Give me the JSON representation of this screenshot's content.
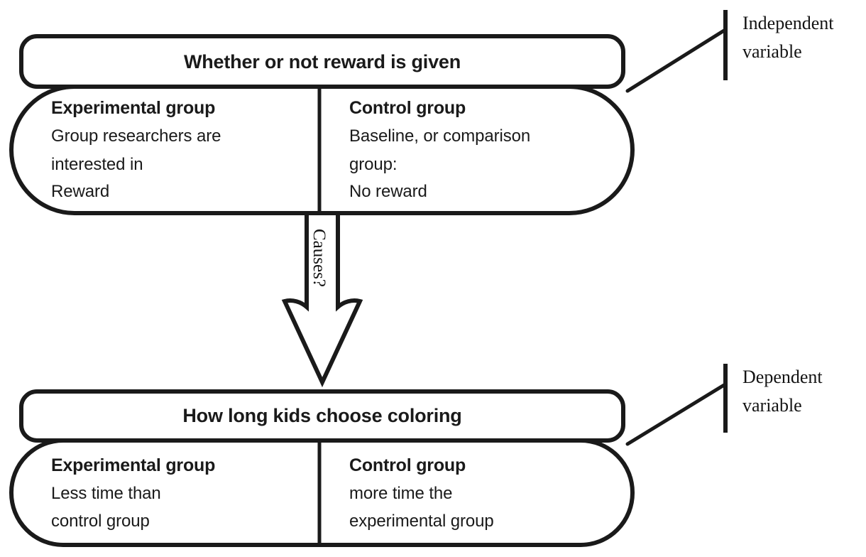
{
  "diagram": {
    "type": "experiment-design-flow",
    "stroke_color": "#1a1a1a",
    "fill_color": "#ffffff",
    "background": "#ffffff",
    "upper": {
      "bar_label": "Whether or not reward is given",
      "columns": [
        {
          "heading": "Experimental group",
          "lines": [
            "Group researchers are",
            "interested in",
            "Reward"
          ]
        },
        {
          "heading": "Control group",
          "lines": [
            "Baseline, or comparison",
            "group:",
            "No reward"
          ]
        }
      ],
      "annotation": "Independent\nvariable",
      "annotation_line1": "Independent",
      "annotation_line2": "variable"
    },
    "connector": {
      "label": "Causes?",
      "shape": "hollow-down-arrow"
    },
    "lower": {
      "bar_label": "How long kids choose coloring",
      "columns": [
        {
          "heading": "Experimental group",
          "lines": [
            "Less time than",
            "control group"
          ]
        },
        {
          "heading": "Control group",
          "lines": [
            "more time the",
            "experimental group"
          ]
        }
      ],
      "annotation": "Dependent\nvariable",
      "annotation_line1": "Dependent",
      "annotation_line2": "variable"
    }
  }
}
